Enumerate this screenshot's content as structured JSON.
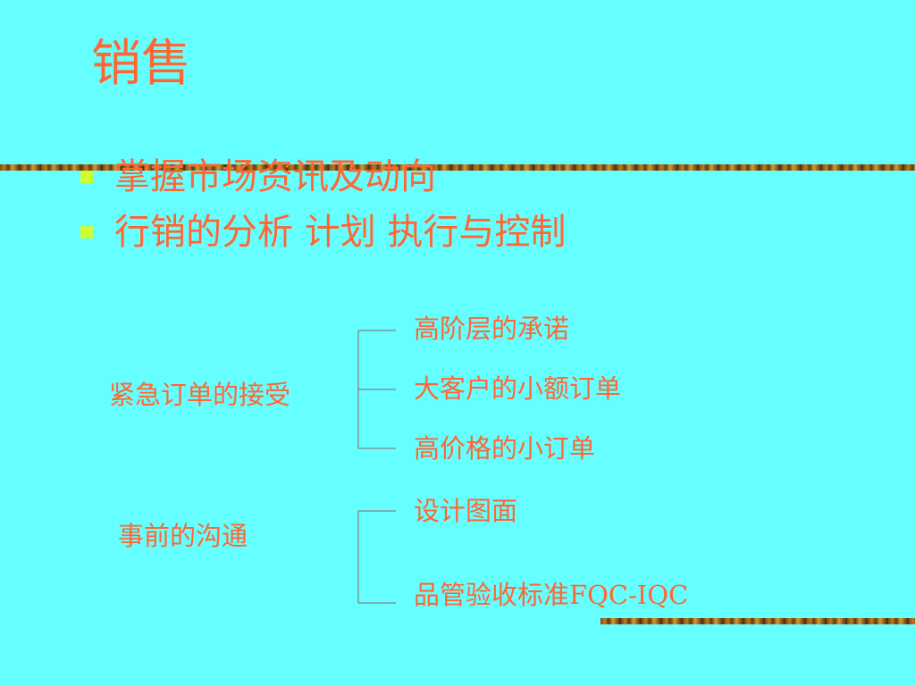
{
  "title": "销售",
  "bullets": [
    "掌握市场资讯及动向",
    "行销的分析 计划  执行与控制"
  ],
  "groups": [
    {
      "label": "紧急订单的接受",
      "items": [
        "高阶层的承诺",
        "大客户的小额订单",
        "高价格的小订单"
      ]
    },
    {
      "label": "事前的沟通",
      "items": [
        "设计图面",
        "品管验收标准FQC-IQC"
      ]
    }
  ],
  "colors": {
    "background": "#66FFFF",
    "text": "#FF6633",
    "bullet": "#CCFF33",
    "line": "#808080"
  }
}
